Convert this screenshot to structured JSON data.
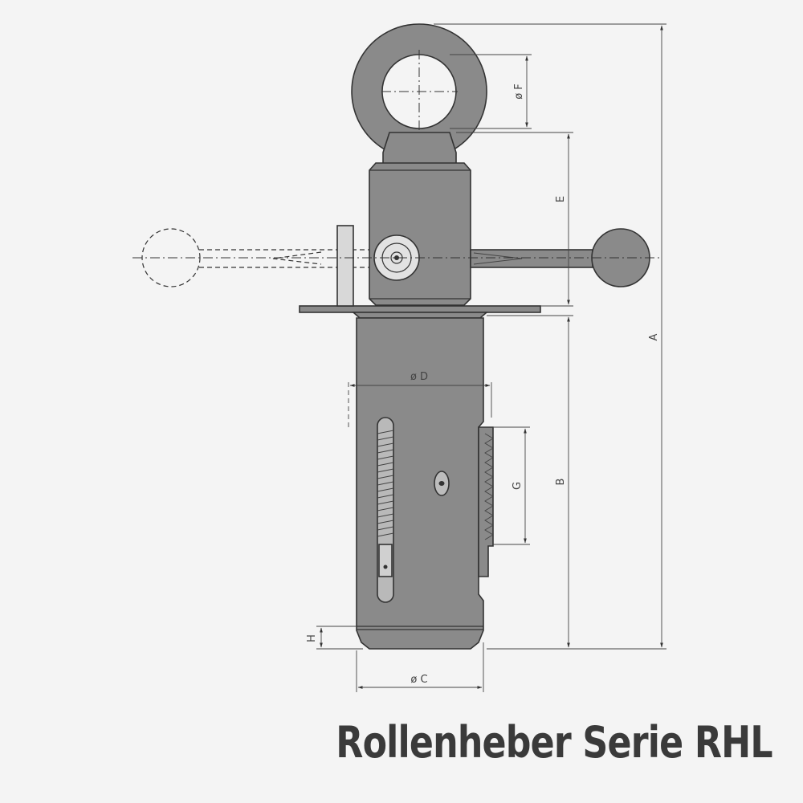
{
  "title": "Rollenheber Serie RHL",
  "dimension_labels": {
    "a": "A",
    "b": "B",
    "c": "ø C",
    "d": "ø D",
    "e": "E",
    "f": "ø F",
    "g": "G",
    "h": "H"
  },
  "colors": {
    "body_fill": "#8a8a8a",
    "background": "#f4f4f4",
    "line": "#333333"
  }
}
